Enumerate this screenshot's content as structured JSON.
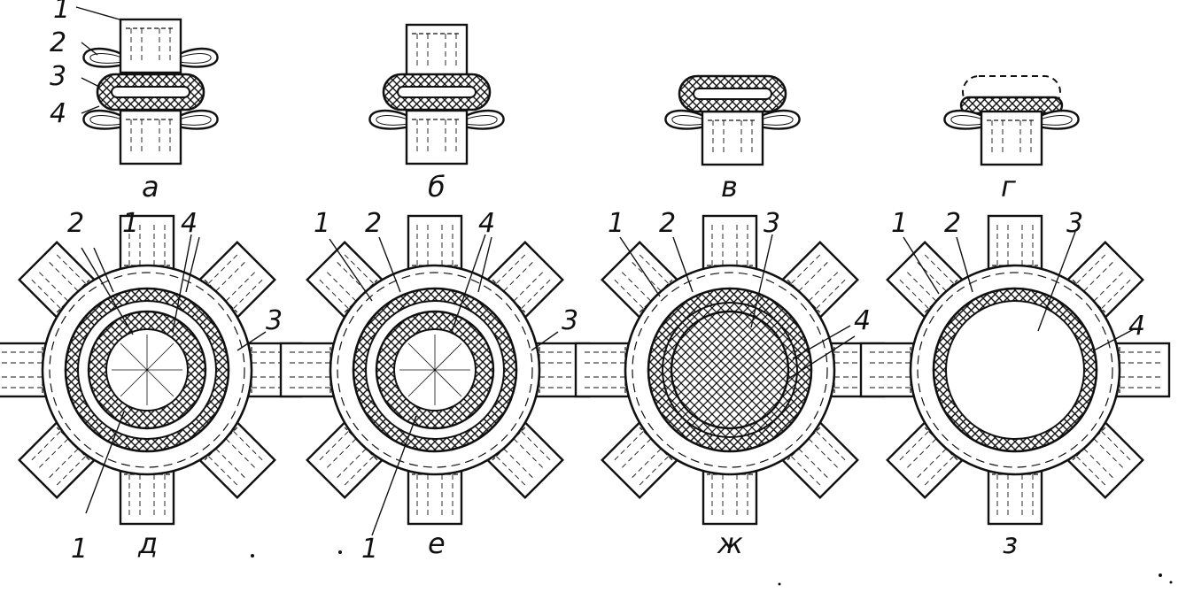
{
  "figure": {
    "ink_color": "#111111",
    "background_color": "#ffffff",
    "panels": [
      {
        "caption": "а",
        "callouts": [
          "1",
          "2",
          "3",
          "4"
        ]
      },
      {
        "caption": "б",
        "callouts": []
      },
      {
        "caption": "в",
        "callouts": []
      },
      {
        "caption": "г",
        "callouts": []
      },
      {
        "caption": "д",
        "callouts": [
          "1",
          "2",
          "2",
          "4",
          "4",
          "3",
          "1"
        ]
      },
      {
        "caption": "е",
        "callouts": [
          "1",
          "2",
          "4",
          "4",
          "3",
          "1"
        ]
      },
      {
        "caption": "ж",
        "callouts": [
          "1",
          "2",
          "3",
          "4"
        ]
      },
      {
        "caption": "з",
        "callouts": [
          "1",
          "2",
          "3",
          "4"
        ]
      }
    ]
  }
}
